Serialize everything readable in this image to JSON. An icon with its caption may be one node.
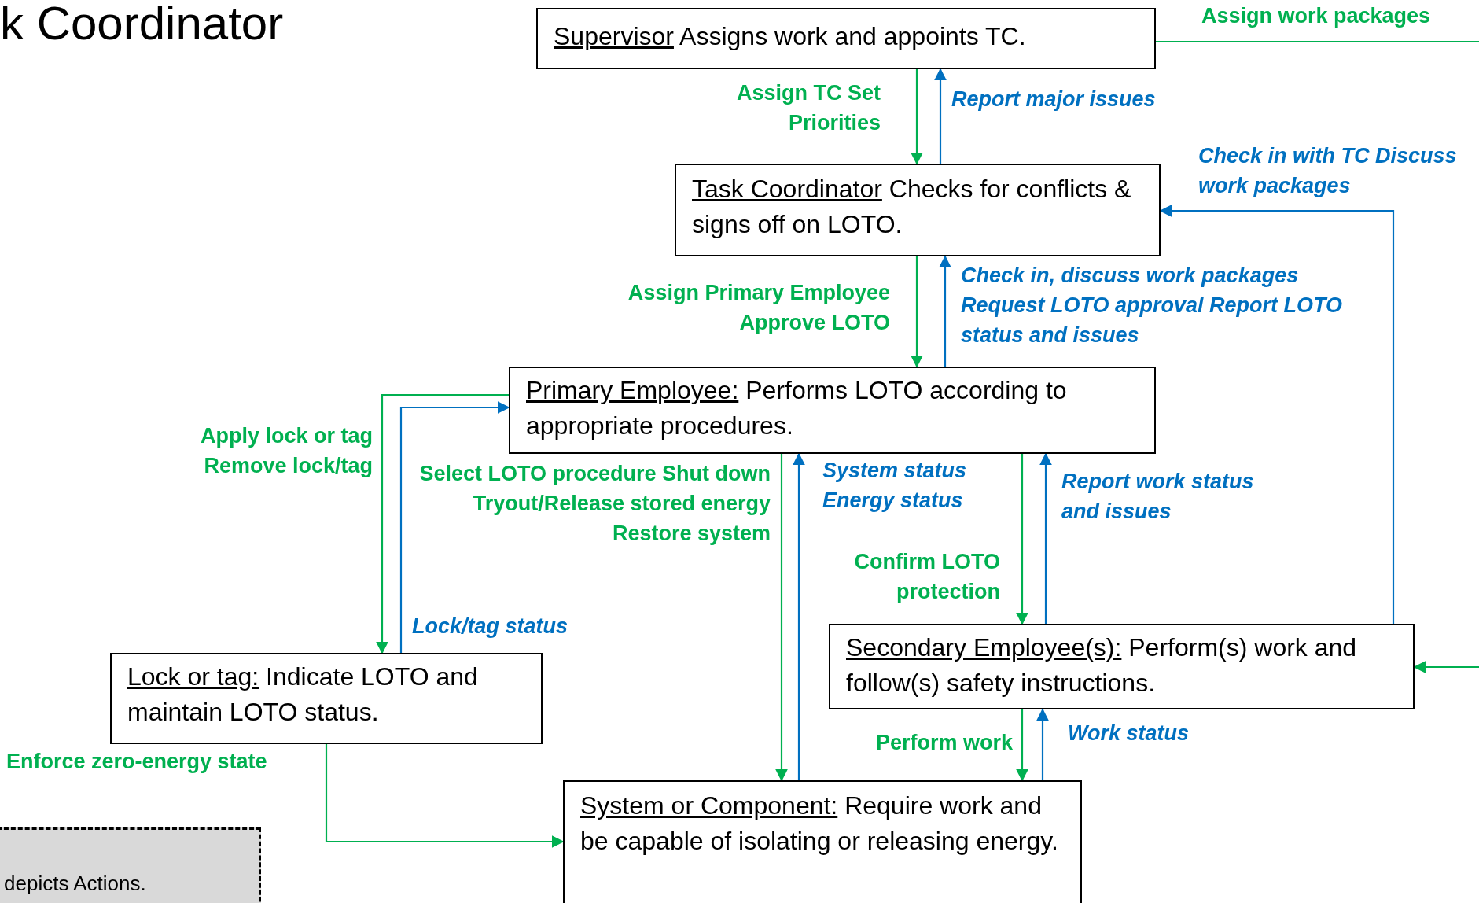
{
  "diagram": {
    "title": "k Coordinator",
    "nodes": [
      {
        "text": [
          "Supervisor",
          "Assigns work and appoints TC."
        ]
      },
      {
        "text": [
          "Task Coordinator",
          "Checks for conflicts & signs off on LOTO."
        ]
      },
      {
        "text": [
          "Primary Employee:",
          "Performs LOTO according to appropriate procedures."
        ]
      },
      {
        "text": [
          "Lock or tag:",
          "Indicate LOTO and maintain LOTO status."
        ]
      },
      {
        "text": [
          "Secondary Employee(s):",
          "Perform(s) work and follow(s) safety instructions."
        ]
      },
      {
        "text": [
          "System or Component:",
          "Require work and be capable of isolating or releasing energy."
        ]
      },
      {
        "text": [
          "depicts Actions."
        ]
      }
    ],
    "edges": [
      {
        "from": 0,
        "to": 1,
        "arrow": "to",
        "label": "Assign TC Set Priorities"
      },
      {
        "from": 1,
        "to": 0,
        "arrow": "to",
        "label": "Report major issues",
        "color": "#0070c0"
      },
      {
        "from": 0,
        "to": null,
        "arrow": "none",
        "label": "Assign work packages"
      },
      {
        "from": 4,
        "to": 1,
        "arrow": "to",
        "label": "Check in with TC Discuss work packages",
        "color": "#0070c0"
      },
      {
        "from": 1,
        "to": 2,
        "arrow": "to",
        "label": "Assign Primary Employee Approve LOTO"
      },
      {
        "from": 2,
        "to": 1,
        "arrow": "to",
        "label": "Check in, discuss work packages Request LOTO approval Report LOTO status and issues",
        "color": "#0070c0"
      },
      {
        "from": 2,
        "to": 3,
        "arrow": "to",
        "label": "Apply lock or tag Remove lock/tag"
      },
      {
        "from": 3,
        "to": 2,
        "arrow": "to",
        "label": "Lock/tag status",
        "color": "#0070c0"
      },
      {
        "from": 2,
        "to": 5,
        "arrow": "to",
        "label": "Select LOTO procedure Shut down Tryout/Release stored energy Restore system"
      },
      {
        "from": 5,
        "to": 2,
        "arrow": "to",
        "label": "System status Energy status",
        "color": "#0070c0"
      },
      {
        "from": 2,
        "to": 4,
        "arrow": "to",
        "label": "Confirm LOTO protection"
      },
      {
        "from": 4,
        "to": 2,
        "arrow": "to",
        "label": "Report work status and issues",
        "color": "#0070c0"
      },
      {
        "from": 4,
        "to": 5,
        "arrow": "to",
        "label": "Perform work"
      },
      {
        "from": 5,
        "to": 4,
        "arrow": "to",
        "label": "Work status",
        "color": "#0070c0"
      },
      {
        "from": null,
        "to": 4,
        "arrow": "to"
      },
      {
        "from": 3,
        "to": 5,
        "arrow": "to",
        "label": "Enforce zero-energy state"
      }
    ]
  }
}
